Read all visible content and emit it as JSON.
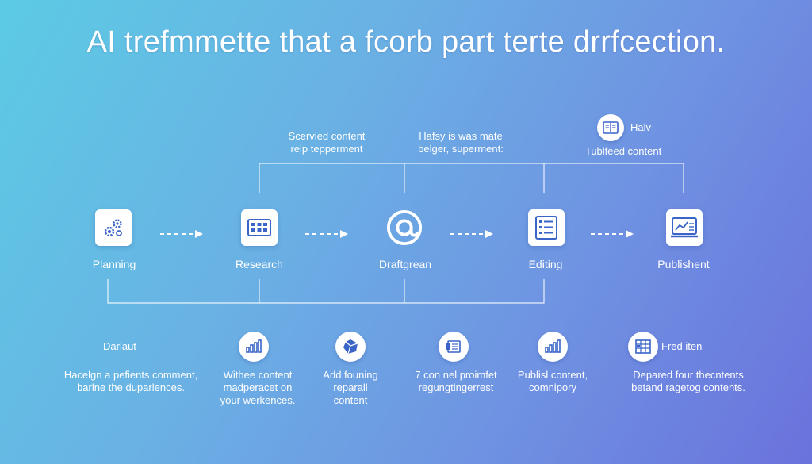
{
  "title": "AI trefmmette that a fcorb part terte drrfcection.",
  "top_notes": [
    {
      "line1": "Scervied content",
      "line2": "relp tepperment"
    },
    {
      "line1": "Hafsy is was mate",
      "line2": "belger, superment:"
    },
    {
      "heading": "Halv",
      "line2": "Tublfeed content"
    }
  ],
  "steps": [
    {
      "label": "Planning",
      "icon": "gears-icon"
    },
    {
      "label": "Research",
      "icon": "grid-document-icon"
    },
    {
      "label": "Draftgrean",
      "icon": "at-sign-icon"
    },
    {
      "label": "Editing",
      "icon": "list-icon"
    },
    {
      "label": "Publishent",
      "icon": "monitor-chart-icon"
    }
  ],
  "bottom": [
    {
      "heading": "Darlaut",
      "lines": [
        "Hacelgn a pefients comment,",
        "barlne the duparlences."
      ]
    },
    {
      "icon": "bar-chart-icon",
      "lines": [
        "Withee content",
        "madperacet on",
        "your werkences."
      ]
    },
    {
      "icon": "cube-icon",
      "lines": [
        "Add founing",
        "reparall",
        "content"
      ]
    },
    {
      "icon": "document-icon",
      "lines": [
        "7 con nel proimfet",
        "regungtingerrest"
      ]
    },
    {
      "icon": "bar-chart-icon",
      "lines": [
        "Publisl content,",
        "comnipory"
      ]
    },
    {
      "heading": "Fred iten",
      "icon": "table-icon",
      "lines": [
        "Depared four thecntents",
        "betand ragetog contents."
      ]
    }
  ],
  "colors": {
    "accent": "#3a64c8",
    "background_start": "#5ccbe4",
    "background_end": "#6a72dc"
  }
}
